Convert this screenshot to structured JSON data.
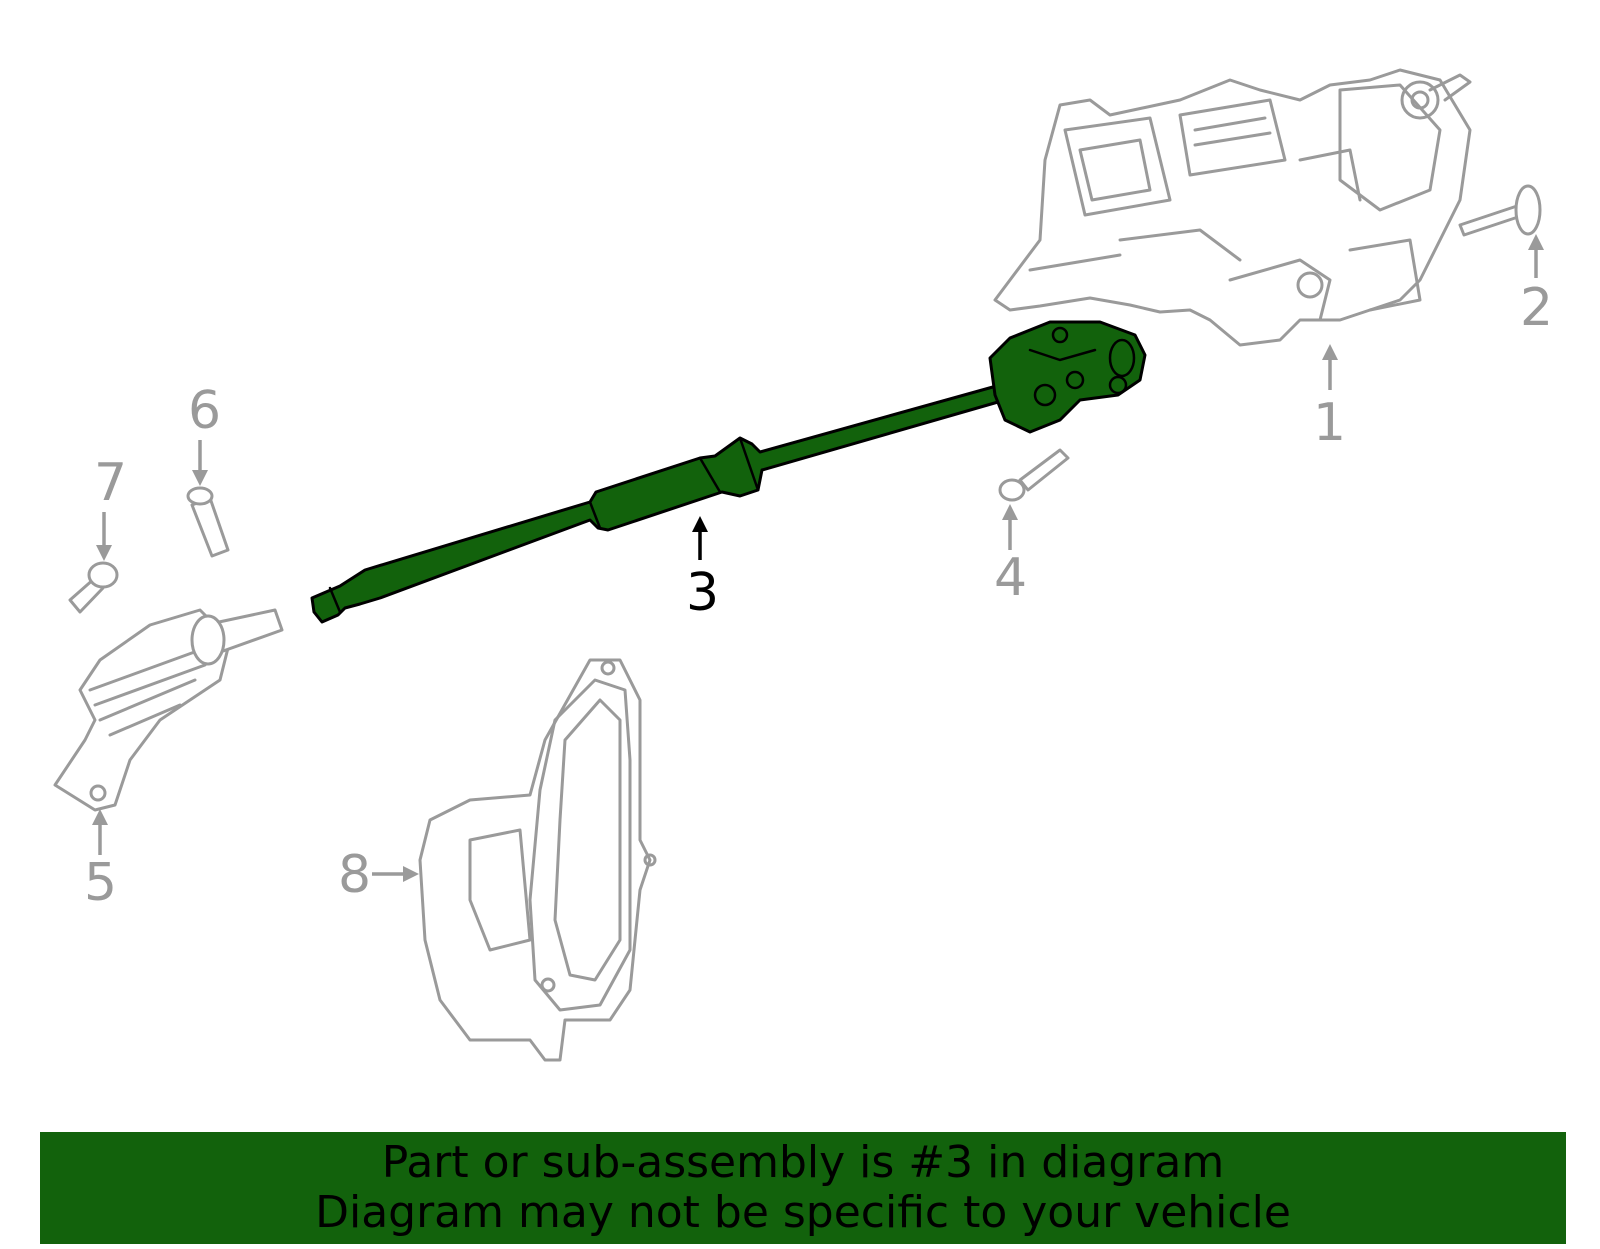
{
  "callouts": [
    {
      "id": 1,
      "label": "1"
    },
    {
      "id": 2,
      "label": "2"
    },
    {
      "id": 3,
      "label": "3",
      "highlighted": true
    },
    {
      "id": 4,
      "label": "4"
    },
    {
      "id": 5,
      "label": "5"
    },
    {
      "id": 6,
      "label": "6"
    },
    {
      "id": 7,
      "label": "7"
    },
    {
      "id": 8,
      "label": "8"
    }
  ],
  "banner": {
    "line1": "Part or sub-assembly is #3 in diagram",
    "line2": "Diagram may not be specific to your vehicle"
  },
  "colors": {
    "highlight": "#12620c",
    "part_outline": "#9a9a9a",
    "banner_bg": "#12620c"
  }
}
